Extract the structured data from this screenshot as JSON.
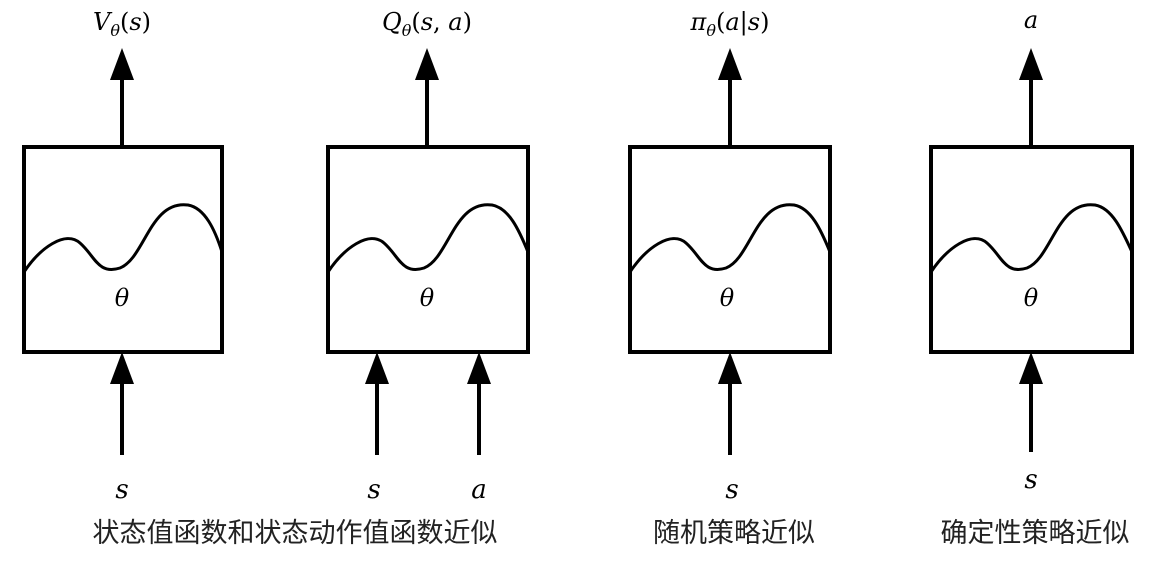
{
  "diagram": {
    "panels": [
      {
        "output_label": "Vθ(s)",
        "theta_label": "θ",
        "inputs": [
          "s"
        ]
      },
      {
        "output_label": "Qθ(s,a)",
        "theta_label": "θ",
        "inputs": [
          "s",
          "a"
        ]
      },
      {
        "output_label": "πθ(a|s)",
        "theta_label": "θ",
        "inputs": [
          "s"
        ]
      },
      {
        "output_label": "a",
        "theta_label": "θ",
        "inputs": [
          "s"
        ]
      }
    ],
    "captions": [
      "状态值函数和状态动作值函数近似",
      "随机策略近似",
      "确定性策略近似"
    ]
  }
}
